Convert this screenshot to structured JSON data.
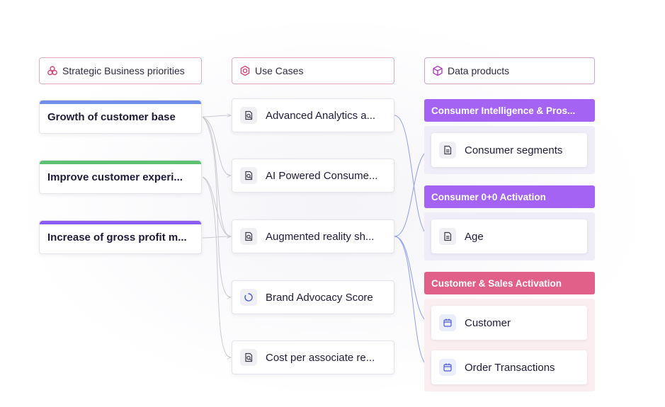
{
  "columns": {
    "priorities": {
      "label": "Strategic Business priorities",
      "icon": "cluster-icon"
    },
    "use_cases": {
      "label": "Use Cases",
      "icon": "hexagon-ring-icon"
    },
    "data_products": {
      "label": "Data products",
      "icon": "cube-icon"
    }
  },
  "priorities": [
    {
      "label": "Growth of customer base",
      "accent": "#6f8fe8"
    },
    {
      "label": "Improve customer experi...",
      "accent": "#5cc171"
    },
    {
      "label": "Increase of gross profit m...",
      "accent": "#8b5cf0"
    }
  ],
  "use_cases": [
    {
      "label": "Advanced Analytics a...",
      "icon": "search-document-icon"
    },
    {
      "label": "AI Powered Consume...",
      "icon": "search-document-icon"
    },
    {
      "label": "Augmented reality sh...",
      "icon": "search-document-icon"
    },
    {
      "label": "Brand Advocacy Score",
      "icon": "spinner-icon"
    },
    {
      "label": "Cost per associate re...",
      "icon": "search-document-icon"
    }
  ],
  "data_groups": [
    {
      "label": "Consumer Intelligence & Pros...",
      "color": "#a463f2",
      "bg": "#efedf8",
      "items": [
        {
          "label": "Consumer segments",
          "icon": "document-icon"
        }
      ]
    },
    {
      "label": "Consumer 0+0 Activation",
      "color": "#a463f2",
      "bg": "#efedf8",
      "items": [
        {
          "label": "Age",
          "icon": "document-icon"
        }
      ]
    },
    {
      "label": "Customer & Sales Activation",
      "color": "#e0608a",
      "bg": "#fbeef1",
      "items": [
        {
          "label": "Customer",
          "icon": "calendar-icon"
        },
        {
          "label": "Order Transactions",
          "icon": "calendar-icon"
        }
      ]
    }
  ],
  "colors": {
    "link_gray": "#c9c9d2",
    "link_blue": "#8e9df0",
    "header_border": "#e6a8bc"
  }
}
